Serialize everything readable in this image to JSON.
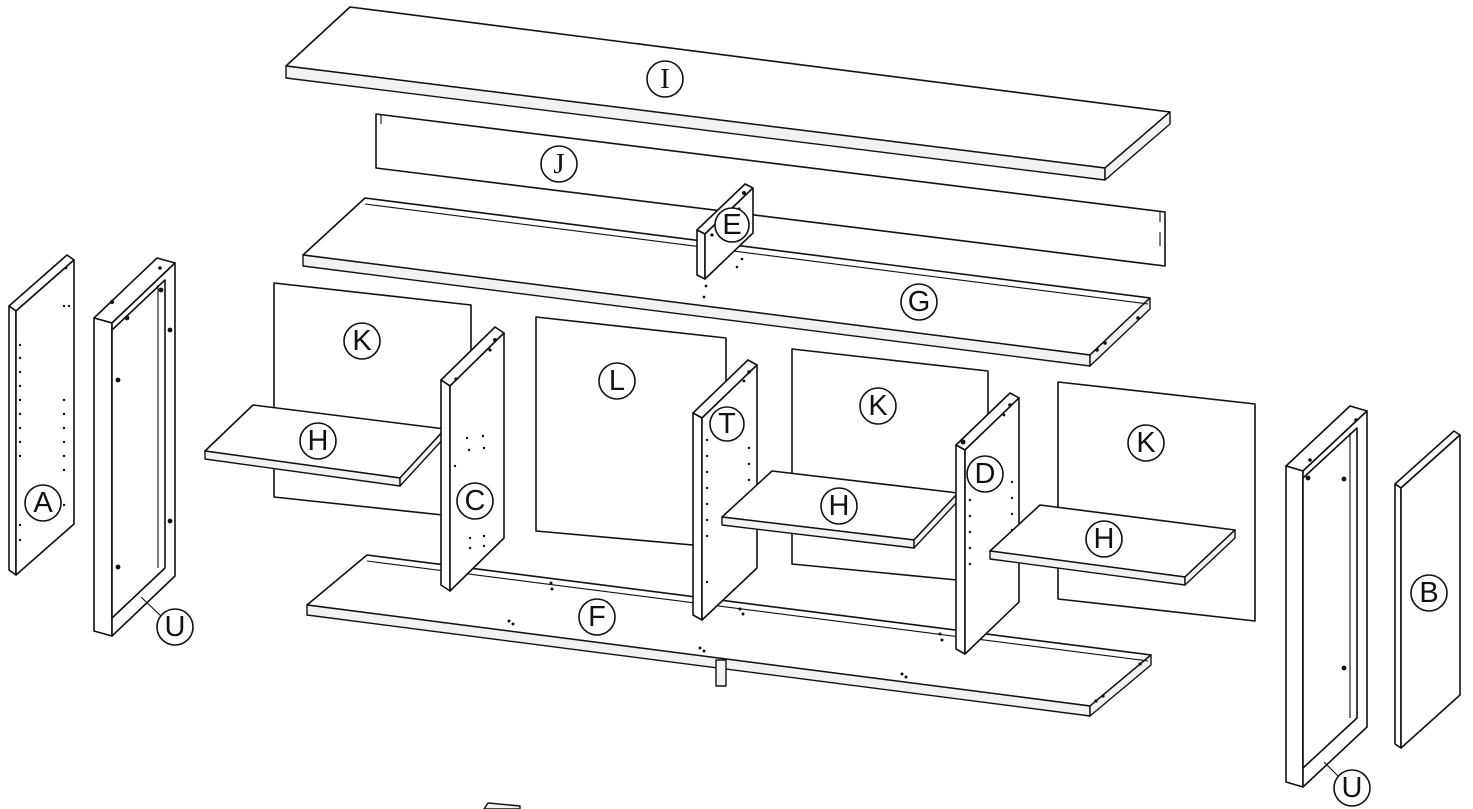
{
  "diagram": {
    "part_labels": {
      "I": "I",
      "J": "J",
      "E": "E",
      "G": "G",
      "K1": "K",
      "K2": "K",
      "K3": "K",
      "L": "L",
      "T": "T",
      "H1": "H",
      "H2": "H",
      "H3": "H",
      "C": "C",
      "D": "D",
      "F": "F",
      "A": "A",
      "B": "B",
      "U1": "U",
      "U2": "U"
    }
  }
}
